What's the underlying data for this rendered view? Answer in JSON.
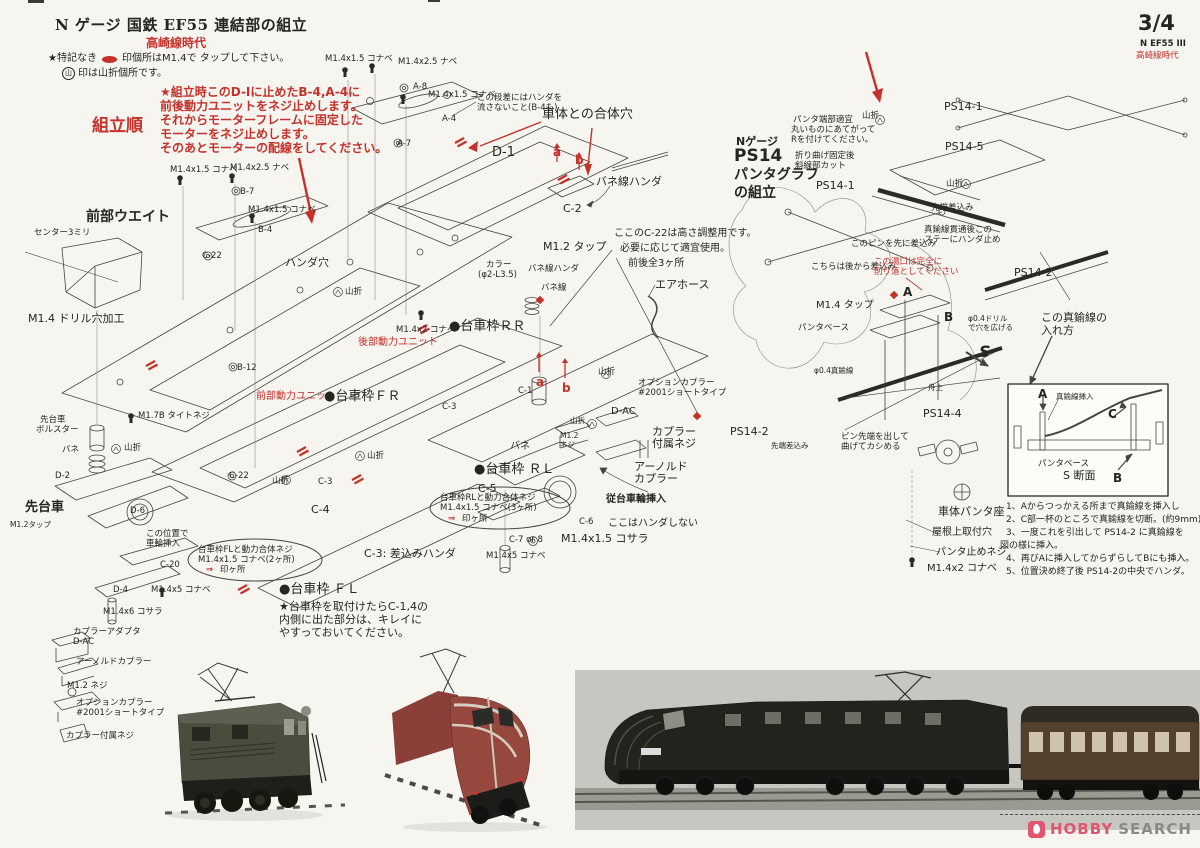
{
  "page": {
    "number": "3/4",
    "code": "N EF55 III",
    "era": "高崎線時代"
  },
  "header": {
    "title": "N ゲージ 国鉄 EF55 連結部の組立",
    "era": "高崎線時代",
    "note_tap_pre": "★特記なき",
    "note_tap_post": "印個所はM1.4で タップして下さい。",
    "note_fold_post": "印は山折個所です。",
    "fold_mark": "山"
  },
  "order": {
    "label": "組立順",
    "l1": "★組立時このD-Iに止めたB-4,A-4に",
    "l2": "前後動力ユニットをネジ止めします。",
    "l3": "それからモーターフレームに固定した",
    "l4": "モーターをネジ止めします。",
    "l5": "そのあとモーターの配線をしてください。"
  },
  "d": {
    "m1415": "M1.4x1.5 コナベ",
    "m1425": "M1.4x2.5 ナベ",
    "m142": "M1.4x2 コナベ",
    "m145konabe": "M1.4x5 コナベ",
    "m146kosara": "M1.4x6 コサラ",
    "m1415kosara": "M1.4x1.5 コサラ",
    "m17tight": "M1.7B タイトネジ",
    "m12tap": "M1.2タップ",
    "m12tap2": "M1.2 タップ",
    "m12neji": "M1.2 ネジ",
    "m12": "M1.2",
    "neji": "ネジ",
    "a8": "A-8",
    "a4": "A-4",
    "a7": "A-7",
    "b7": "B-7",
    "b4": "B-4",
    "b12": "B-12",
    "c1": "C-1",
    "c2": "C-2",
    "c3": "C-3",
    "c4": "C-4",
    "c5": "C-5",
    "c6": "C-6",
    "c20": "C-20",
    "c22": "C-22",
    "c7or8": "C-7 or 8",
    "d1": "D-1",
    "d2": "D-2",
    "d4": "D-4",
    "d6": "D-6",
    "dac": "D-AC",
    "a": "a",
    "b": "b",
    "yamaori": "山折",
    "step_note1": "この段差にはハンダを",
    "step_note2": "流さないこと(B-4も)",
    "body_hole": "車体との合体穴",
    "spring_solder": "バネ線ハンダ",
    "front_weight": "前部ウエイト",
    "center3": "センター3ミリ",
    "solder_hole": "ハンダ穴",
    "drill": "M1.4 ドリル穴加工",
    "rear_power": "後部動力ユニット",
    "front_power": "前部動力ユニット",
    "frame_fr": "●台車枠ＦＲ",
    "frame_rr": "●台車枠ＲＲ",
    "frame_rl": "●台車枠 ＲＬ",
    "frame_fl": "●台車枠 ＦＬ",
    "bolster1": "先台車",
    "bolster2": "ボルスター",
    "bane": "バネ",
    "lead_truck": "先台車",
    "wheel_pos1": "この位置で",
    "wheel_pos2": "車輪挿入",
    "coupler_adapter1": "カプラーアダプタ",
    "coupler_adapter2": "D-AC",
    "arnold": "アーノルドカプラー",
    "arnold1": "アーノルド",
    "arnold2": "カプラー",
    "option1": "オプションカプラー",
    "option2": "#2001ショートタイプ",
    "coupler_screw": "カプラー付属ネジ",
    "coupler_screw1": "カプラー",
    "coupler_screw2": "付属ネジ",
    "collar1": "カラー",
    "collar2": "(φ2-L3.5)",
    "spring_wire": "バネ線",
    "air_hose": "エアホース",
    "trailing": "従台車輪挿入",
    "no_solder": "ここはハンダしない",
    "c3_insert": "C-3: 差込みハンダ"
  },
  "notes": {
    "c22_1": "ここのC-22は高さ調整用です。",
    "c22_2": "必要に応じて適宜使用。",
    "c22_3": "前後全3ヶ所",
    "fl1": "台車枠FLと動力合体ネジ",
    "fl2": "M1.4x1.5 コナベ(2ヶ所)",
    "rl1": "台車枠RLと動力合体ネジ",
    "rl2": "M1.4x1.5 コナベ(3ヶ所)",
    "arrow": "⇒",
    "mark": "印ヶ所",
    "fl_frame1": "★台車枠を取付けたらC-1,4の",
    "fl_frame2": "内側に出た部分は、キレイに",
    "fl_frame3": "やすっておいてください。"
  },
  "ps14": {
    "h1": "Nゲージ",
    "h2": "PS14",
    "h3": "パンタグラフ",
    "h4": "の組立",
    "tip1": "パンタ端部適宜",
    "tip2": "丸いものにあてがって",
    "tip3": "Rを付けてください。",
    "bend1": "折り曲げ固定後",
    "bend2": "斜線部カット",
    "ps14_1": "PS14-1",
    "ps14_2": "PS14-2",
    "ps14_4": "PS14-4",
    "ps14_5": "PS14-5",
    "tip_insert": "先端差込み",
    "stay1": "真鍮線貫通後この",
    "stay2": "ステーにハンダ止め",
    "pin_first": "このピンを先に差込み",
    "pin_later": "こちらは後から差込み",
    "gate1": "この湯口は完全に",
    "gate2": "削り落としてください",
    "A": "A",
    "B": "B",
    "C": "C",
    "S": "S",
    "m14tap": "M1.4 タップ",
    "drill04a": "φ0.4ドリル",
    "drill04b": "で穴を広げる",
    "wire_way1": "この真鍮線の",
    "wire_way2": "入れ方",
    "pantabase": "パンタベース",
    "wire04": "φ0.4真鍮線",
    "funeue": "舟上",
    "pin_bend1": "ピン先端を出して",
    "pin_bend2": "曲げてカシめる",
    "body_panta": "車体パンタ座",
    "roof_hole": "屋根上取付穴",
    "panta_screw": "パンタ止めネジ",
    "m142": "M1.4x2 コナベ",
    "wire_insert": "真鍮線挿入",
    "s_section": "S 断面",
    "steps": [
      "1、Aからつっかえる所まで真鍮線を挿入し",
      "2、C部一杯のところで真鍮線を切断。(約9mm)",
      "3、一度これを引出して PS14-2 に真鍮線を",
      "図の様に挿入。",
      "4、再びAに挿入してからずらしてBにも挿入。",
      "5、位置決め終了後 PS14-2の中央でハンダ。"
    ]
  },
  "logo": {
    "hobby": "HOBBY",
    "search": "SEARCH"
  }
}
